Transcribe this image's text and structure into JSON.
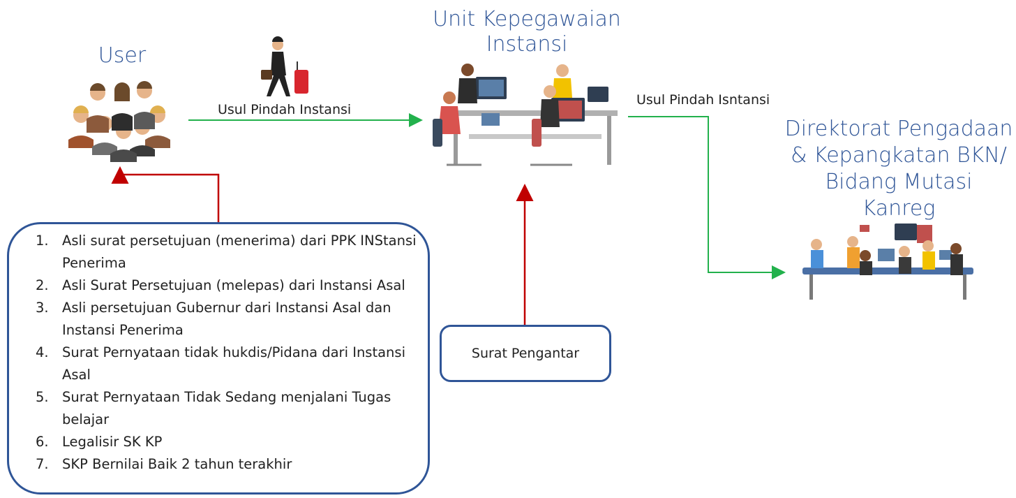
{
  "nodes": {
    "user": {
      "title": "User"
    },
    "unit": {
      "title_line1": "Unit Kepegawaian",
      "title_line2": "Instansi"
    },
    "direktorat": {
      "title_line1": "Direktorat Pengadaan",
      "title_line2": "& Kepangkatan BKN/",
      "title_line3": "Bidang Mutasi",
      "title_line4": "Kanreg"
    }
  },
  "edges": {
    "user_to_unit": "Usul Pindah Instansi",
    "unit_to_direktorat": "Usul Pindah Isntansi"
  },
  "requirements": [
    {
      "num": "1.",
      "text": "Asli surat persetujuan (menerima) dari PPK INStansi Penerima"
    },
    {
      "num": "2.",
      "text": "Asli Surat Persetujuan (melepas) dari Instansi Asal"
    },
    {
      "num": "3.",
      "text": "Asli persetujuan Gubernur dari Instansi Asal dan Instansi Penerima"
    },
    {
      "num": "4.",
      "text": "Surat Pernyataan tidak hukdis/Pidana dari Instansi Asal"
    },
    {
      "num": "5.",
      "text": "Surat Pernyataan Tidak Sedang menjalani Tugas belajar"
    },
    {
      "num": "6.",
      "text": "Legalisir SK KP"
    },
    {
      "num": "7.",
      "text": "SKP Bernilai Baik 2 tahun terakhir"
    }
  ],
  "surat_pengantar": "Surat Pengantar",
  "colors": {
    "title": "#2f5597",
    "green_arrow": "#22b14c",
    "red_arrow": "#c00000",
    "box_border": "#2f5597"
  }
}
